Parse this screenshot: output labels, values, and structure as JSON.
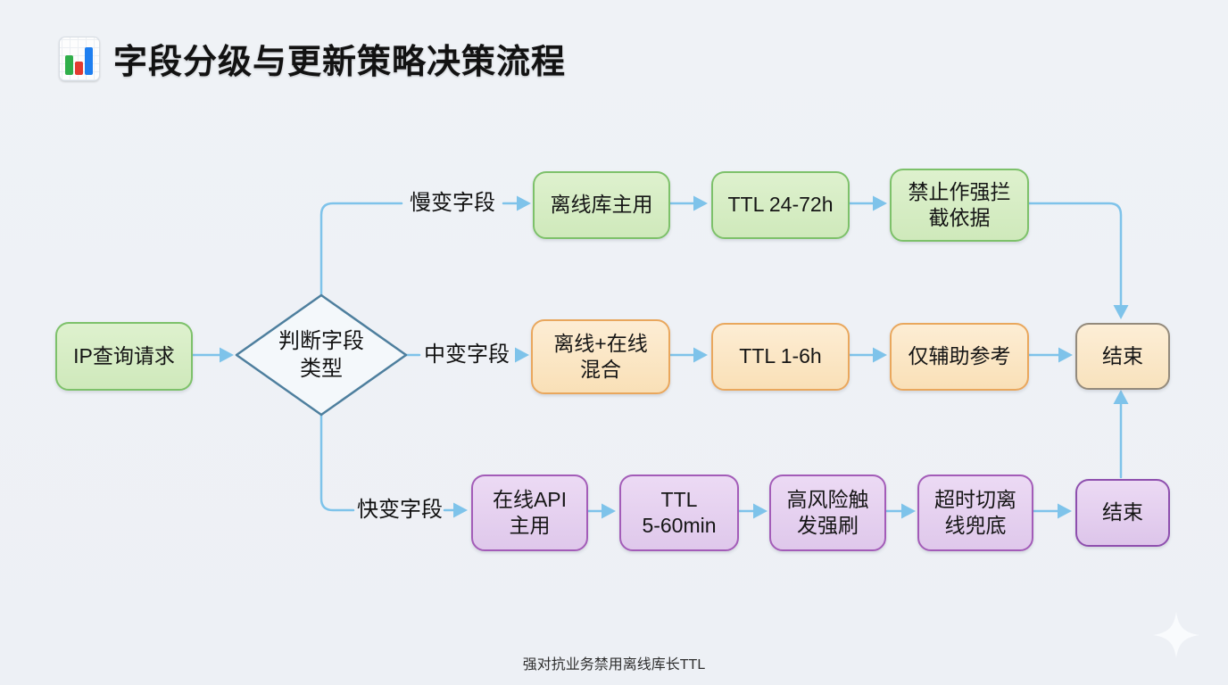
{
  "page": {
    "title": "字段分级与更新策略决策流程"
  },
  "flow": {
    "start": {
      "label": "IP查询请求"
    },
    "decision": {
      "label": "判断字段\n类型"
    },
    "branches": {
      "slow": {
        "label": "慢变字段",
        "steps": [
          "离线库主用",
          "TTL 24-72h",
          "禁止作强拦\n截依据"
        ]
      },
      "medium": {
        "label": "中变字段",
        "steps": [
          "离线+在线\n混合",
          "TTL 1-6h",
          "仅辅助参考"
        ],
        "end": "结束"
      },
      "fast": {
        "label": "快变字段",
        "steps": [
          "在线API\n主用",
          "TTL\n5-60min",
          "高风险触\n发强刷",
          "超时切离\n线兜底"
        ],
        "end": "结束"
      }
    }
  },
  "footer": {
    "note": "强对抗业务禁用离线库长TTL"
  },
  "icons": {
    "title_icon": "bar-chart-icon",
    "watermark": "sparkle-icon"
  },
  "colors": {
    "background": "#eef1f5",
    "green_fill": "#d6ecc5",
    "green_border": "#7dc16a",
    "orange_fill": "#fbe5c3",
    "orange_border": "#e9a75d",
    "purple_fill": "#e3cdee",
    "purple_border": "#a35cb8",
    "end_mid_border": "#938a7c",
    "end_fast_border": "#8e4fae",
    "diamond_fill": "#f4f8fb",
    "diamond_border": "#4e7f9e",
    "connector": "#7ec3ea",
    "title_text": "#121212"
  }
}
